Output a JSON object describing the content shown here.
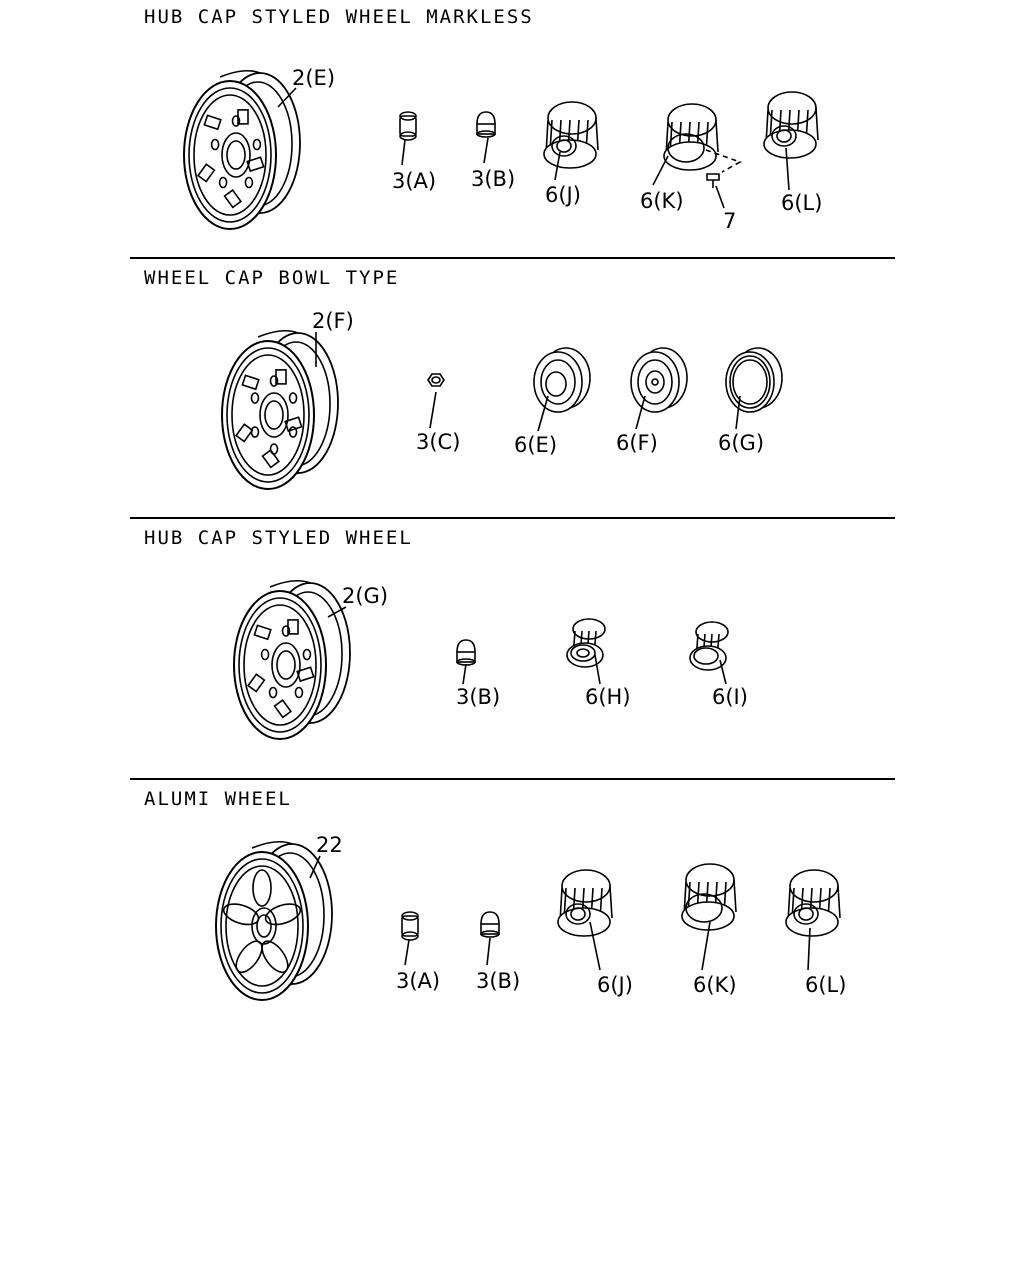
{
  "sections": [
    {
      "title": "HUB CAP STYLED WHEEL MARKLESS",
      "wheel_label": "2(E)",
      "wheel_style": "styled-markless",
      "parts": [
        {
          "label": "3(A)",
          "kind": "nut-a"
        },
        {
          "label": "3(B)",
          "kind": "nut-b"
        },
        {
          "label": "6(J)",
          "kind": "cap-open"
        },
        {
          "label": "6(K)",
          "kind": "cap-closed"
        },
        {
          "label": "7",
          "kind": "screw"
        },
        {
          "label": "6(L)",
          "kind": "cap-open"
        }
      ]
    },
    {
      "title": "WHEEL CAP BOWL TYPE",
      "wheel_label": "2(F)",
      "wheel_style": "bowl",
      "parts": [
        {
          "label": "3(C)",
          "kind": "nut-c"
        },
        {
          "label": "6(E)",
          "kind": "bowl-plain"
        },
        {
          "label": "6(F)",
          "kind": "bowl-badge"
        },
        {
          "label": "6(G)",
          "kind": "bowl-ring"
        }
      ]
    },
    {
      "title": "HUB CAP STYLED WHEEL",
      "wheel_label": "2(G)",
      "wheel_style": "styled",
      "parts": [
        {
          "label": "3(B)",
          "kind": "nut-b"
        },
        {
          "label": "6(H)",
          "kind": "cap-small"
        },
        {
          "label": "6(I)",
          "kind": "cap-small-closed"
        }
      ]
    },
    {
      "title": "ALUMI WHEEL",
      "wheel_label": "22",
      "wheel_style": "alumi",
      "parts": [
        {
          "label": "3(A)",
          "kind": "nut-a"
        },
        {
          "label": "3(B)",
          "kind": "nut-b"
        },
        {
          "label": "6(J)",
          "kind": "cap-open"
        },
        {
          "label": "6(K)",
          "kind": "cap-closed"
        },
        {
          "label": "6(L)",
          "kind": "cap-open"
        }
      ]
    }
  ]
}
